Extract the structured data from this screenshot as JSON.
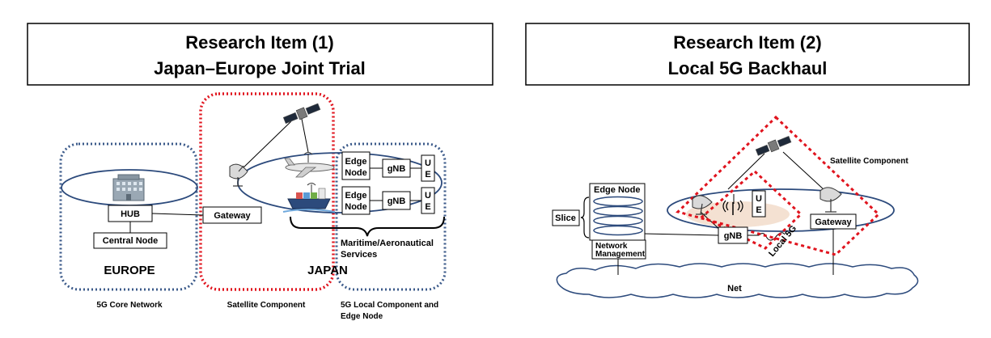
{
  "panel1": {
    "title_line1": "Research Item (1)",
    "title_line2": "Japan–Europe Joint Trial",
    "nodes": {
      "hub": "HUB",
      "central_node": "Central Node",
      "gateway": "Gateway",
      "edge_node_1a": "Edge",
      "edge_node_1b": "Node",
      "edge_node_2a": "Edge",
      "edge_node_2b": "Node",
      "gnb_1": "gNB",
      "gnb_2": "gNB",
      "ue_1a": "U",
      "ue_1b": "E",
      "ue_2a": "U",
      "ue_2b": "E"
    },
    "regions": {
      "europe": "EUROPE",
      "japan": "JAPAN"
    },
    "services_line1": "Maritime/Aeronautical",
    "services_line2": "Services",
    "captions": {
      "core": "5G Core Network",
      "satellite": "Satellite  Component",
      "local_line1": "5G Local Component and",
      "local_line2": "Edge Node"
    }
  },
  "panel2": {
    "title_line1": "Research Item (2)",
    "title_line2": "Local 5G Backhaul",
    "nodes": {
      "edge_node": "Edge Node",
      "slice": "Slice",
      "network_mgmt_line1": "Network",
      "network_mgmt_line2": "Management",
      "ue_a": "U",
      "ue_b": "E",
      "gnb": "gNB",
      "gateway": "Gateway",
      "net": "Net"
    },
    "satellite_component": "Satellite Component",
    "local_5g": "Local 5G"
  },
  "colors": {
    "blue_dotted": "#3b5a8a",
    "red_dotted": "#e0141e",
    "ellipse_stroke": "#2c4a7c",
    "disc_fill": "#f4e1d2"
  }
}
